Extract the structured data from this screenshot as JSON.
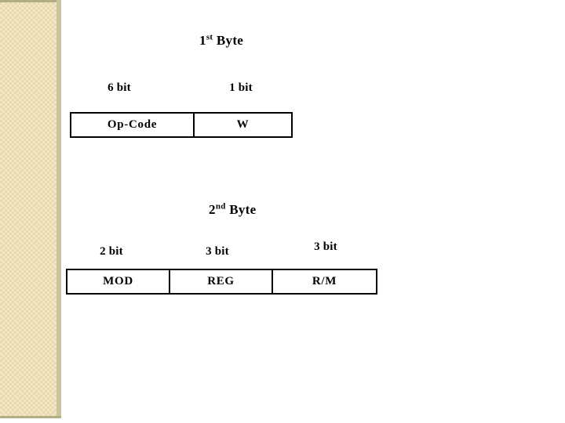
{
  "slide": {
    "background_color": "#ffffff",
    "sidebar": {
      "name": "decorative-sidebar",
      "fill_color": "#f2e6c4",
      "pattern_color": "#e2ce9c",
      "edge_color": "#c8c39a",
      "line_color": "#b3ad84"
    }
  },
  "sections": [
    {
      "title_prefix": "1",
      "title_sup": "st",
      "title_suffix": " Byte",
      "title_full": "1st Byte",
      "bit_labels": [
        "6 bit",
        "1 bit"
      ],
      "fields": [
        "Op-Code",
        "W"
      ]
    },
    {
      "title_prefix": "2",
      "title_sup": "nd",
      "title_suffix": " Byte",
      "title_full": "2nd Byte",
      "bit_labels": [
        "2 bit",
        "3 bit",
        "3 bit"
      ],
      "fields": [
        "MOD",
        "REG",
        "R/M"
      ]
    }
  ],
  "byte1": {
    "title_prefix": "1",
    "title_sup": "st",
    "title_suffix": " Byte",
    "label_opcode_bits": "6 bit",
    "label_w_bits": "1 bit",
    "cell_opcode": "Op-Code",
    "cell_w": "W"
  },
  "byte2": {
    "title_prefix": "2",
    "title_sup": "nd",
    "title_suffix": " Byte",
    "label_mod_bits": "2 bit",
    "label_reg_bits": "3 bit",
    "label_rm_bits": "3 bit",
    "cell_mod": "MOD",
    "cell_reg": "REG",
    "cell_rm": "R/M"
  },
  "colors": {
    "text": "#000000",
    "border": "#000000",
    "cell_background": "#ffffff"
  }
}
